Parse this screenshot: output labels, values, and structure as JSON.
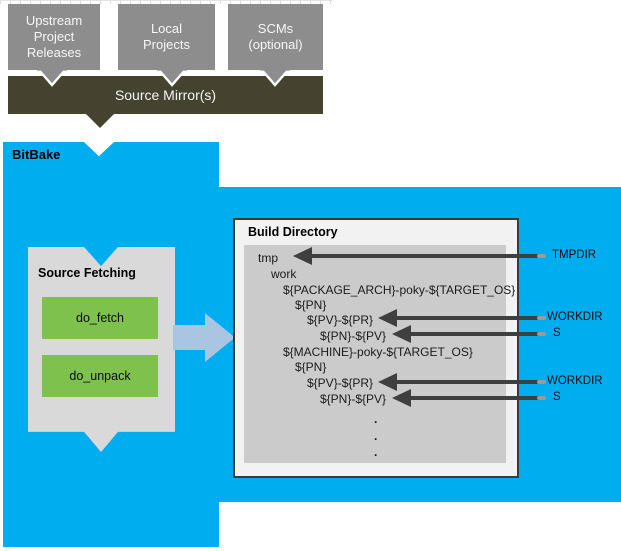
{
  "upstream_flow": {
    "boxes": [
      {
        "lines": [
          "Upstream",
          "Project",
          "Releases"
        ]
      },
      {
        "lines": [
          "Local",
          "Projects"
        ]
      },
      {
        "lines": [
          "SCMs",
          "(optional)"
        ]
      }
    ],
    "mirror_label": "Source Mirror(s)"
  },
  "bitbake": {
    "label": "BitBake",
    "source_fetching": {
      "title": "Source Fetching",
      "tasks": [
        "do_fetch",
        "do_unpack"
      ]
    },
    "build_directory": {
      "title": "Build Directory",
      "tree": [
        {
          "text": "tmp"
        },
        {
          "text": "work"
        },
        {
          "text": "${PACKAGE_ARCH}-poky-${TARGET_OS}"
        },
        {
          "text": "${PN}"
        },
        {
          "text": "${PV}-${PR}"
        },
        {
          "text": "${PN}-${PV}"
        },
        {
          "text": "${MACHINE}-poky-${TARGET_OS}"
        },
        {
          "text": "${PN}"
        },
        {
          "text": "${PV}-${PR}"
        },
        {
          "text": "${PN}-${PV}"
        }
      ],
      "ellipsis": [
        ".",
        ".",
        "."
      ]
    },
    "pointers": [
      {
        "label": "TMPDIR"
      },
      {
        "label": "WORKDIR"
      },
      {
        "label": "S"
      },
      {
        "label": "WORKDIR"
      },
      {
        "label": "S"
      }
    ]
  },
  "colors": {
    "bitbake_blue": "#00aeef",
    "mirror_olive": "#45432f",
    "source_box_gray": "#8d8d8d",
    "task_green": "#7ec14d",
    "flow_arrow_blue": "#a9c5e2",
    "pointer_dark": "#3f3f3f"
  }
}
